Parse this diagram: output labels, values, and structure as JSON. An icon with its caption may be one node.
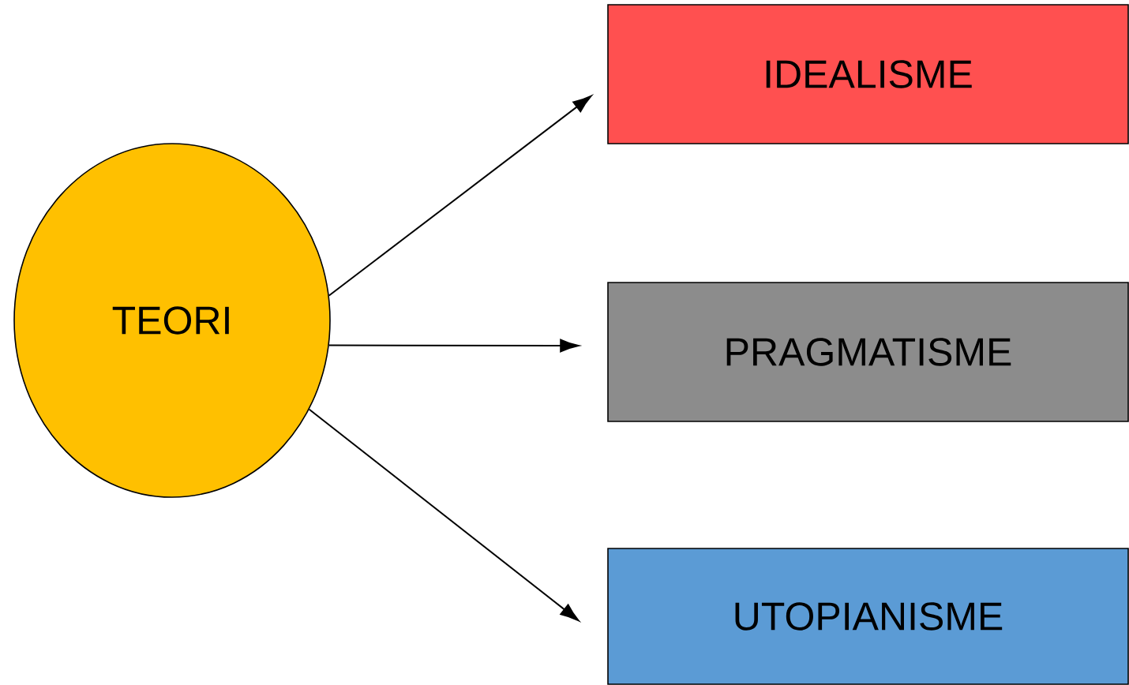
{
  "diagram": {
    "nodes": [
      {
        "text": [
          "TEORI"
        ]
      },
      {
        "text": [
          "IDEALISME"
        ]
      },
      {
        "text": [
          "PRAGMATISME"
        ]
      },
      {
        "text": [
          "UTOPIANISME"
        ]
      }
    ],
    "edges": [
      {
        "from": 0,
        "to": 1,
        "arrow": "to"
      },
      {
        "from": 0,
        "to": 2,
        "arrow": "to"
      },
      {
        "from": 0,
        "to": 3,
        "arrow": "to"
      }
    ]
  }
}
